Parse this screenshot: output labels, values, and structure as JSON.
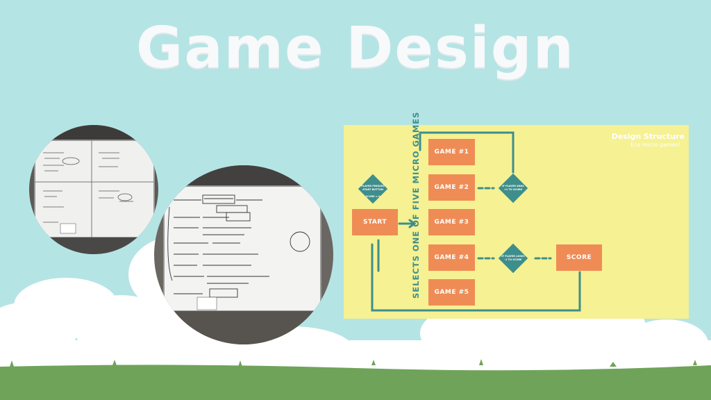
{
  "slide": {
    "title": "Game Design",
    "colors": {
      "sky": "#b5e4e4",
      "grass": "#6fa35a",
      "cloud": "#ffffff",
      "panel": "#f6f192",
      "node": "#ef8c55",
      "teal": "#3e8e8b"
    }
  },
  "photos": [
    {
      "name": "whiteboard-photo-left"
    },
    {
      "name": "whiteboard-photo-center"
    }
  ],
  "flowchart": {
    "heading": "Design Structure",
    "subheading": "Eco micro games!",
    "vertical_label": "SELECTS ONE OF FIVE MICRO GAMES",
    "start_label": "START",
    "score_label": "SCORE",
    "games": [
      "GAME #1",
      "GAME #2",
      "GAME #3",
      "GAME #4",
      "GAME #5"
    ],
    "decision_start": "PLAYER PRESSES START BUTTON",
    "decision_start_sub": "SCORE = 0",
    "decision_win": "IF PLAYER WINS +1 TO SCORE",
    "decision_lose": "IF PLAYER LOSES -1 TO SCORE"
  }
}
